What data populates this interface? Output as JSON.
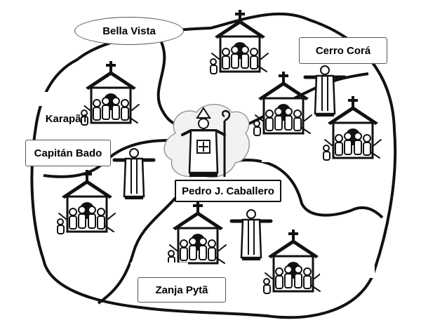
{
  "labels": {
    "bella_vista": "Bella Vista",
    "cerro_cora": "Cerro Corá",
    "karapai": "Karapã'i",
    "capitan_bado": "Capitán Bado",
    "pedro_j_caballero": "Pedro J. Caballero",
    "zanja_pyta": "Zanja Pytã"
  },
  "icons": [
    "church-with-people-icon",
    "priest-icon",
    "bishop-icon"
  ],
  "colors": {
    "ink": "#111111",
    "paper": "#ffffff",
    "bishop_cloud": "#f2f2f2"
  }
}
